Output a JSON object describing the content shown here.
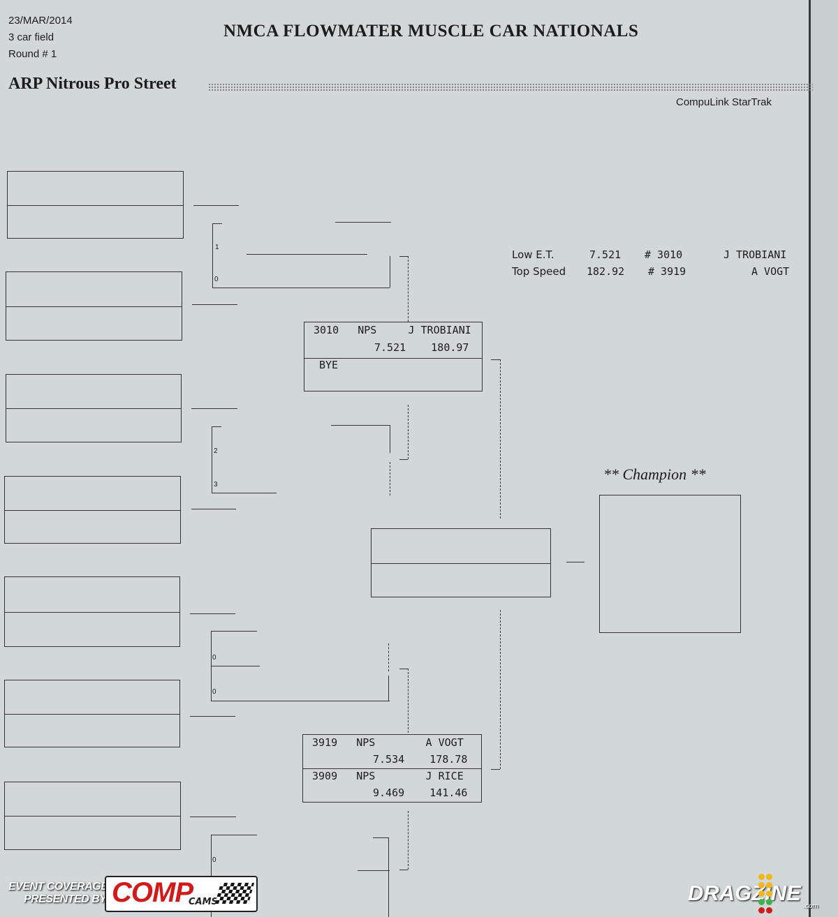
{
  "header": {
    "date": "23/MAR/2014",
    "field": "3 car field",
    "round": "Round # 1",
    "title": "NMCA FLOWMATER MUSCLE CAR NATIONALS",
    "class_name": "ARP Nitrous Pro Street",
    "software": "CompuLink StarTrak"
  },
  "stats": {
    "low_et_label": "Low  E.T.",
    "low_et_value": "7.521",
    "low_et_car": "# 3010",
    "low_et_driver": "J TROBIANI",
    "top_speed_label": "Top Speed",
    "top_speed_value": "182.92",
    "top_speed_car": "# 3919",
    "top_speed_driver": "A VOGT"
  },
  "pair_numbers": {
    "p1_top": "1",
    "p1_bottom": "0",
    "p2_top": "2",
    "p2_bottom": "3",
    "p3_top": "0",
    "p3_bottom": "0",
    "p4_top": "0"
  },
  "matchup_top": {
    "lane1_line1": "3010   NPS     J TROBIANI",
    "lane1_line2": "7.521    180.97",
    "lane2_line1": "BYE"
  },
  "matchup_bottom": {
    "lane1_line1": "3919   NPS        A VOGT",
    "lane1_line2": "7.534    178.78",
    "lane2_line1": "3909   NPS        J RICE",
    "lane2_line2": "9.469    141.46"
  },
  "champion_label": "** Champion **",
  "footer": {
    "coverage_line1": "EVENT COVERAGE",
    "coverage_line2": "PRESENTED BY",
    "sponsor_name": "COMP",
    "sponsor_sub": "CAMS",
    "site_logo": "DRAGZINE",
    "site_suffix": ".com"
  },
  "colors": {
    "paper": "#d2d7d8",
    "ink": "#1c1c1c",
    "sponsor_red": "#d11a1a"
  }
}
